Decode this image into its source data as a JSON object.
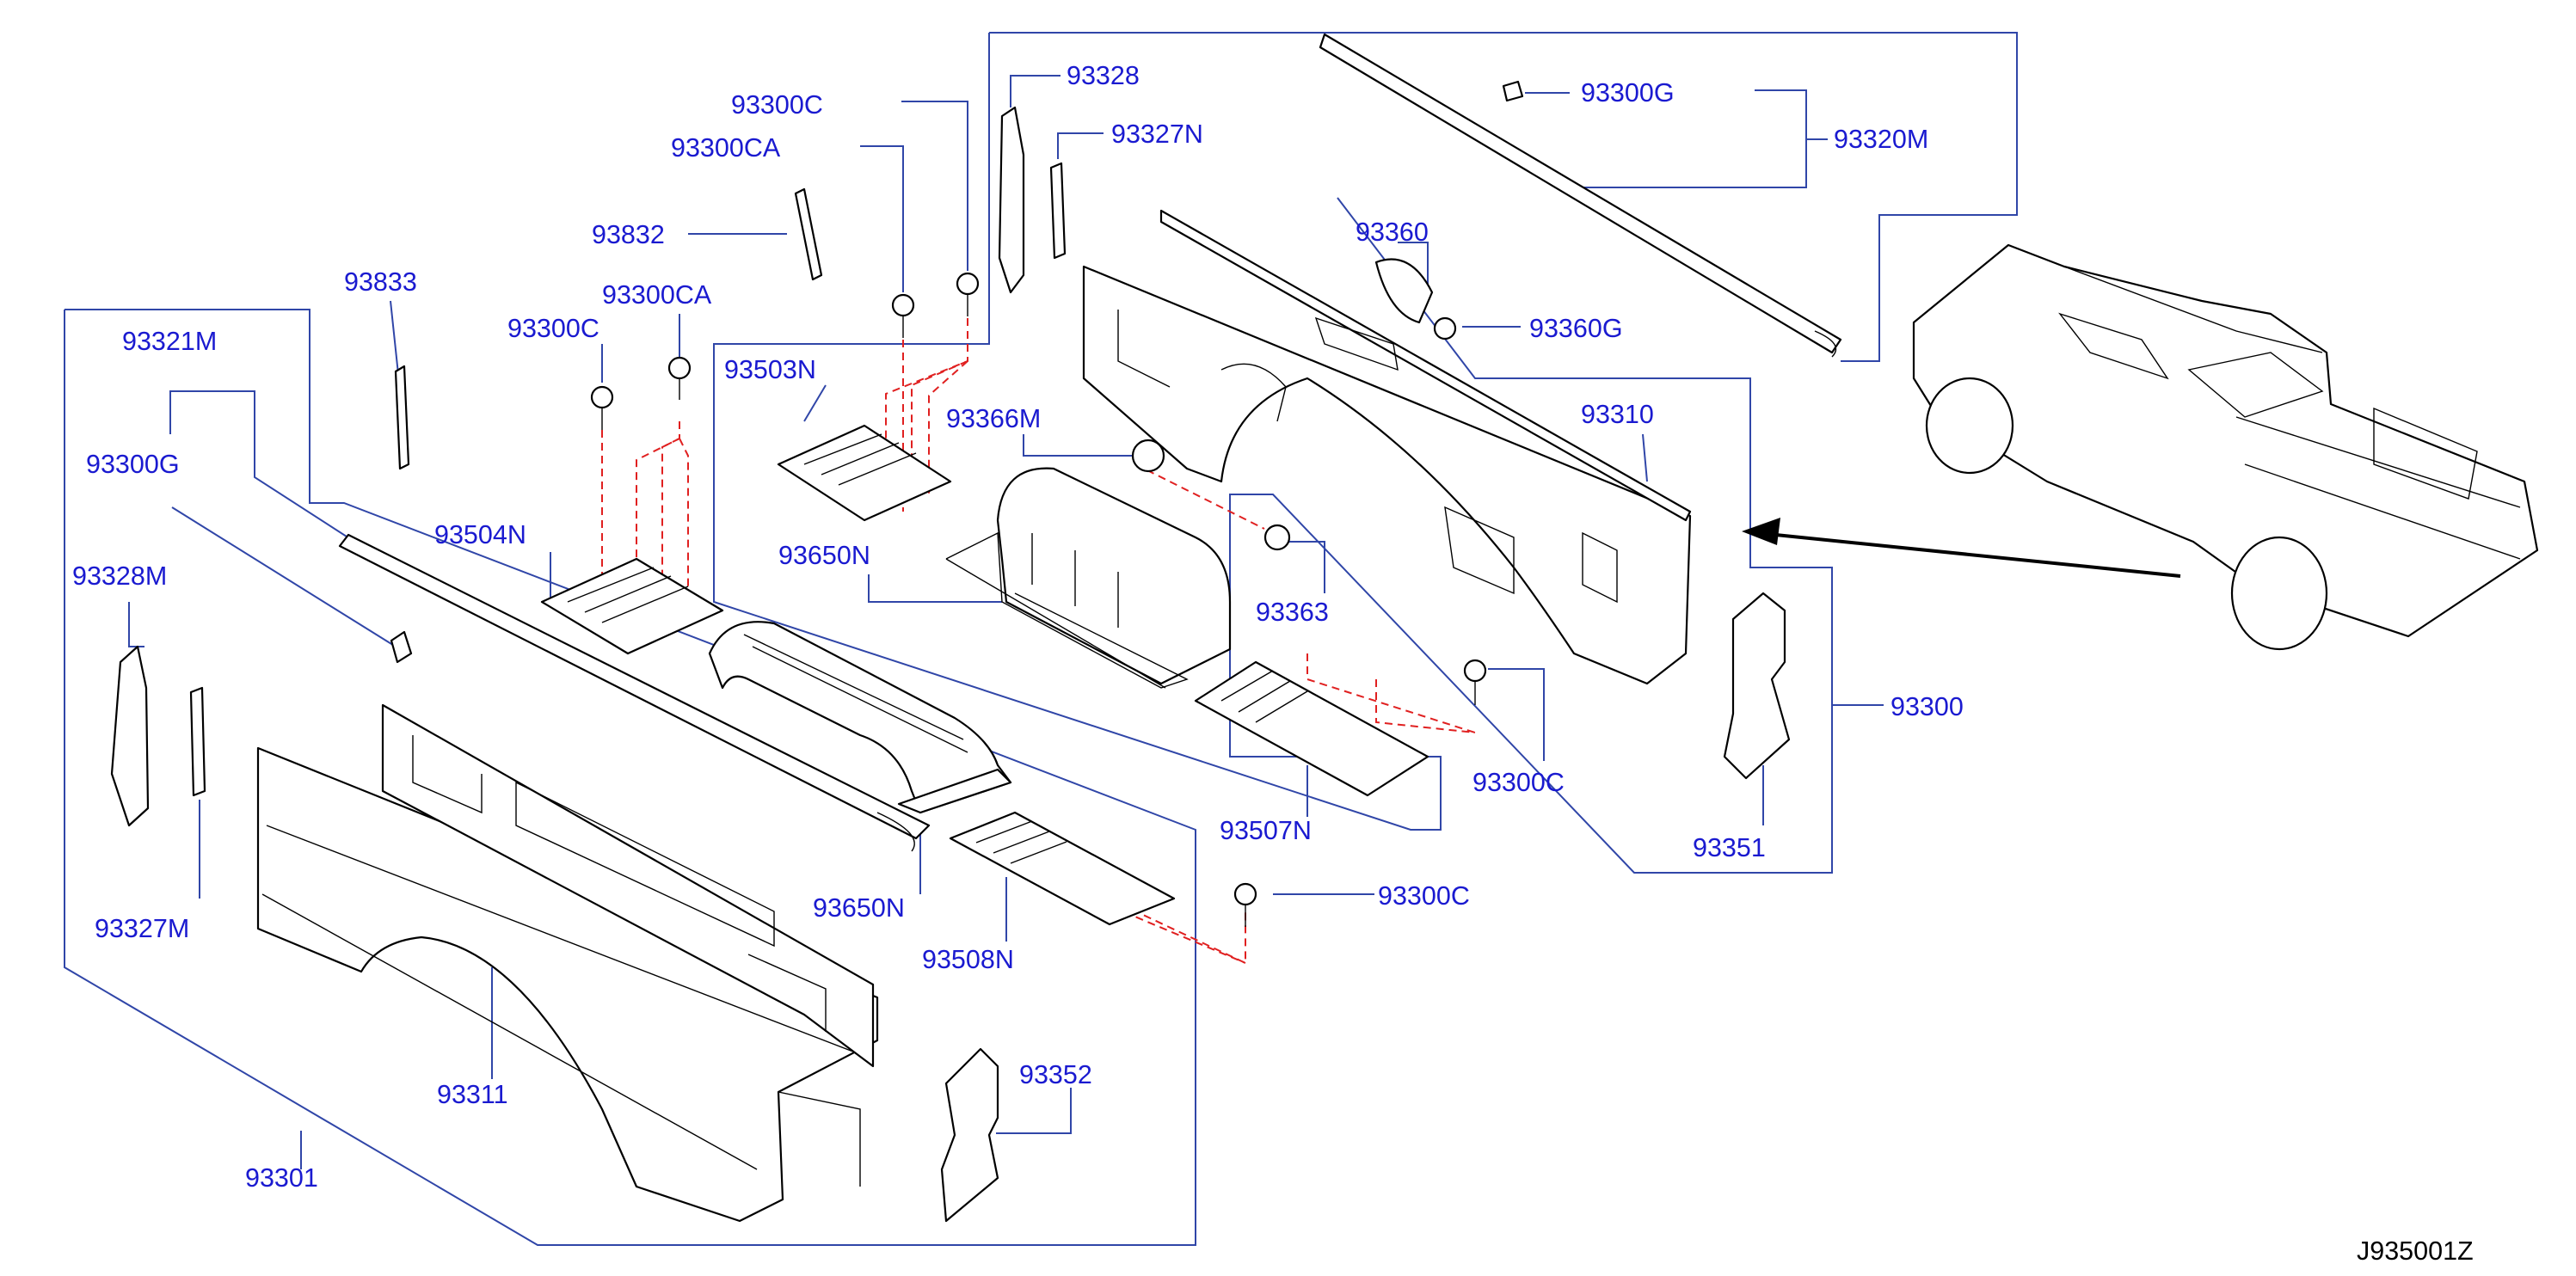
{
  "diagram_code": "J935001Z",
  "labels": {
    "p93300C_top": "93300C",
    "p93328_top": "93328",
    "p93300G_top": "93300G",
    "p93300CA_top": "93300CA",
    "p93327N": "93327N",
    "p93320M": "93320M",
    "p93832": "93832",
    "p93360": "93360",
    "p93833": "93833",
    "p93300CA_mid": "93300CA",
    "p93360G": "93360G",
    "p93321M": "93321M",
    "p93300C_left": "93300C",
    "p93503N": "93503N",
    "p93310": "93310",
    "p93366M": "93366M",
    "p93300G_left": "93300G",
    "p93504N": "93504N",
    "p93650N_top": "93650N",
    "p93328M": "93328M",
    "p93363": "93363",
    "p93300": "93300",
    "p93300C_right": "93300C",
    "p93507N": "93507N",
    "p93351": "93351",
    "p93650N_bot": "93650N",
    "p93300C_bot": "93300C",
    "p93327M": "93327M",
    "p93508N": "93508N",
    "p93352": "93352",
    "p93311": "93311",
    "p93301": "93301"
  }
}
